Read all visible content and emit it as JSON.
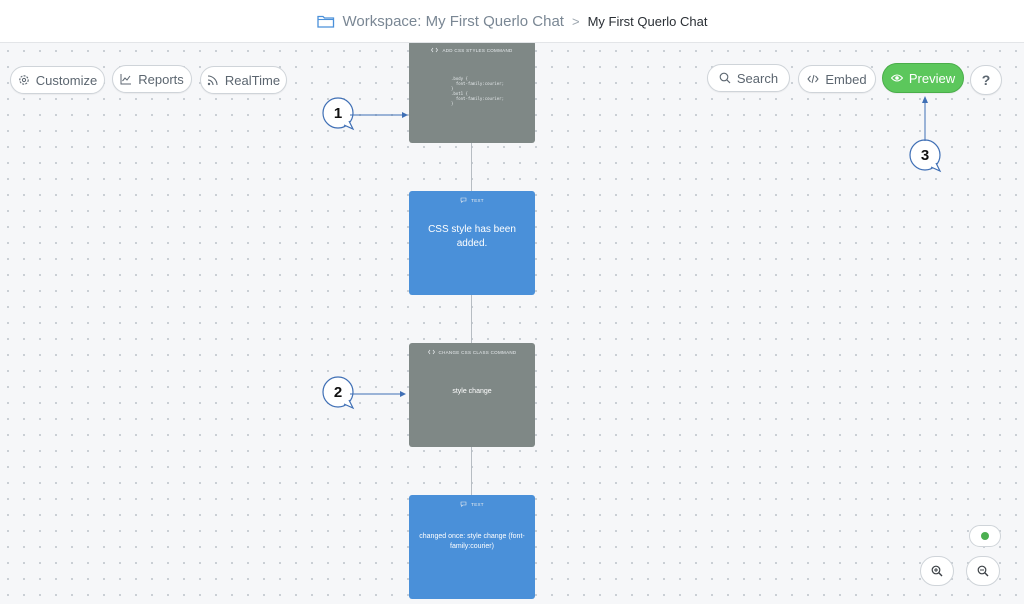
{
  "header": {
    "workspace_label": "Workspace: My First Querlo Chat",
    "separator": ">",
    "current_page": "My First Querlo Chat"
  },
  "toolbar_left": {
    "customize": "Customize",
    "reports": "Reports",
    "realtime": "RealTime"
  },
  "toolbar_right": {
    "search": "Search",
    "embed": "Embed",
    "preview": "Preview",
    "help": "?"
  },
  "nodes": [
    {
      "tag": "ADD CSS STYLES COMMAND",
      "code": ".body {\n  font-family:courier;\n}\n.bot1 {\n  font-family:courier;\n}",
      "icon": "code-icon"
    },
    {
      "tag": "TEXT",
      "text": "CSS style has been added.",
      "icon": "speech-bubble-icon"
    },
    {
      "tag": "CHANGE CSS CLASS COMMAND",
      "text": "style change",
      "icon": "code-icon"
    },
    {
      "tag": "TEXT",
      "text": "changed once: style change (font-family:courier)",
      "icon": "speech-bubble-icon"
    }
  ],
  "callouts": [
    "1",
    "2",
    "3"
  ],
  "colors": {
    "preview_green": "#5cc75c",
    "command_node": "#7f8886",
    "text_node": "#4a90d9",
    "status_dot": "#4caf50",
    "folder_icon": "#4a90d9",
    "arrow": "#3f6fb5"
  }
}
